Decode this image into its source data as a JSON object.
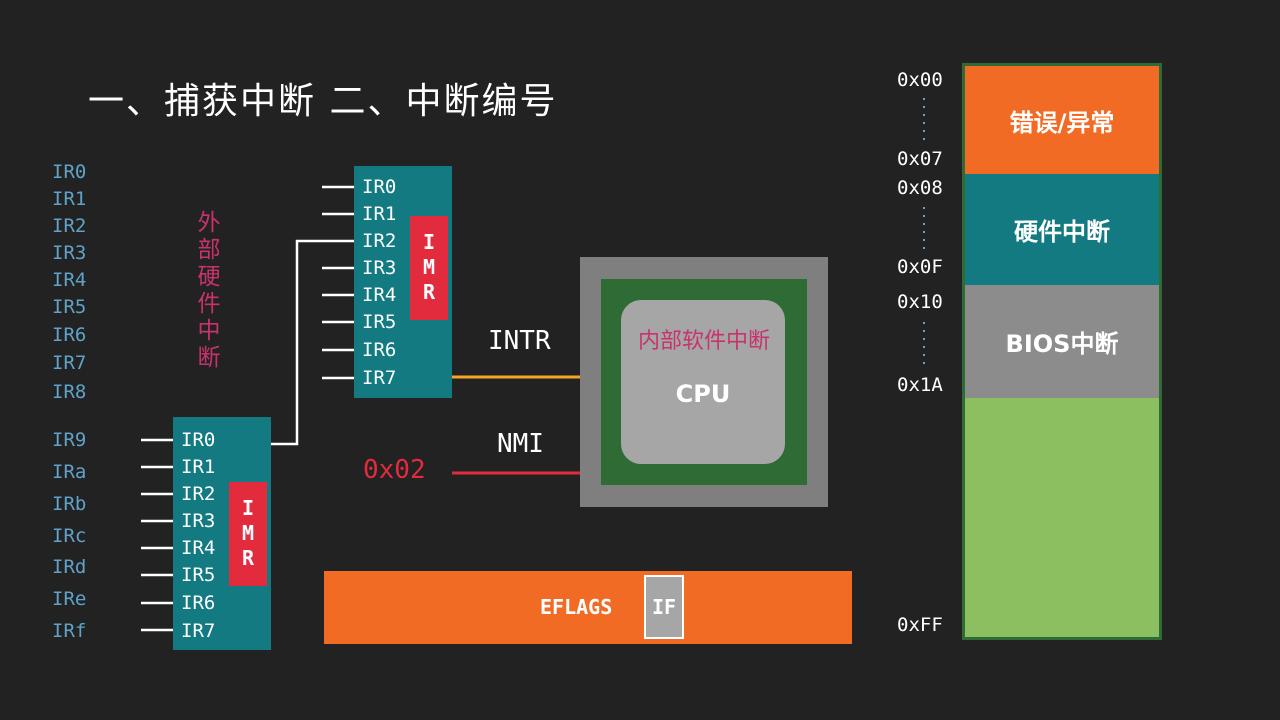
{
  "title": "一、捕获中断  二、中断编号",
  "ir_lines": [
    "IR0",
    "IR1",
    "IR2",
    "IR3",
    "IR4",
    "IR5",
    "IR6",
    "IR7",
    "IR8",
    "IR9",
    "IRa",
    "IRb",
    "IRc",
    "IRd",
    "IRe",
    "IRf"
  ],
  "external_label": "外部硬件中断",
  "external_chars": [
    "外",
    "部",
    "硬",
    "件",
    "中",
    "断"
  ],
  "pic_pins": [
    "IR0",
    "IR1",
    "IR2",
    "IR3",
    "IR4",
    "IR5",
    "IR6",
    "IR7"
  ],
  "imr_letters": [
    "I",
    "M",
    "R"
  ],
  "signals": {
    "intr": "INTR",
    "nmi": "NMI",
    "nmi_vector": "0x02"
  },
  "cpu": {
    "label": "CPU",
    "internal_label": "内部软件中断"
  },
  "eflags": {
    "label": "EFLAGS",
    "flag": "IF"
  },
  "vector_addresses": [
    "0x00",
    "0x07",
    "0x08",
    "0x0F",
    "0x10",
    "0x1A",
    "0xFF"
  ],
  "vector_segments": [
    {
      "label": "错误/异常",
      "color": "#f26b25"
    },
    {
      "label": "硬件中断",
      "color": "#127a80"
    },
    {
      "label": "BIOS中断",
      "color": "#8c8c8c"
    },
    {
      "label": "",
      "color": "#8cbf5f"
    }
  ],
  "colors": {
    "background": "#222222",
    "pic": "#127a80",
    "imr": "#e22c3e",
    "intr_line": "#f5a623",
    "nmi_line": "#e22c3e",
    "cpu_frame": "#7f7f7f",
    "cpu_board": "#2e6b35",
    "eflags": "#f26b25",
    "ir_text": "#5fa3c9",
    "external_text": "#c8336e"
  }
}
